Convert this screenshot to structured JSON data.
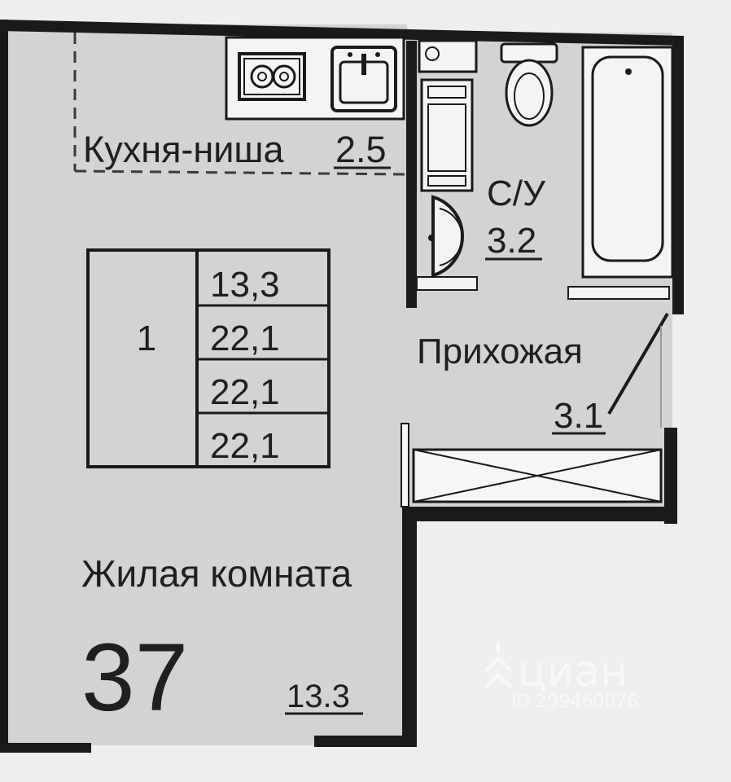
{
  "kitchen": {
    "label": "Кухня-ниша",
    "area": "2.5"
  },
  "bathroom": {
    "label": "С/У",
    "area": "3.2"
  },
  "hallway": {
    "label": "Прихожая",
    "area": "3.1"
  },
  "living_room": {
    "label": "Жилая комната",
    "area": "13.3"
  },
  "total_area": "37",
  "spec_table": {
    "room_count": "1",
    "values": [
      "13,3",
      "22,1",
      "22,1",
      "22,1"
    ]
  },
  "watermark": {
    "brand": "циан",
    "listing_id": "ID 299460076"
  },
  "colors": {
    "floor_fill": "#d3d3d3",
    "wall": "#1a1a1a",
    "background": "#eeeeee"
  }
}
